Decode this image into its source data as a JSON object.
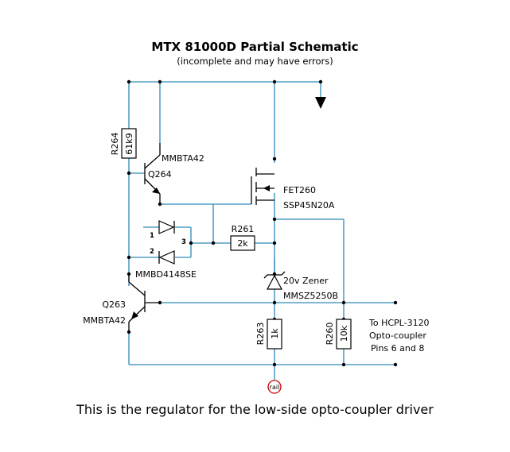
{
  "title": "MTX 81000D Partial Schematic",
  "subtitle": "(incomplete and may have errors)",
  "caption": "This is the regulator for the low-side opto-coupler driver",
  "components": {
    "r264": {
      "ref": "R264",
      "value": "61k9"
    },
    "q264": {
      "ref": "Q264",
      "part": "MMBTA42"
    },
    "fet260": {
      "ref": "FET260",
      "part": "SSP45N20A"
    },
    "r261": {
      "ref": "R261",
      "value": "2k"
    },
    "diodes": {
      "part": "MMBD4148SE",
      "pin1": "1",
      "pin2": "2",
      "pin3": "3"
    },
    "zener": {
      "desc": "20v Zener",
      "part": "MMSZ5250B"
    },
    "q263": {
      "ref": "Q263",
      "part": "MMBTA42"
    },
    "r263": {
      "ref": "R263",
      "value": "1k"
    },
    "r260": {
      "ref": "R260",
      "value": "10k"
    },
    "rail": {
      "label": "rail"
    }
  },
  "note": {
    "line1": "To HCPL-3120",
    "line2": "Opto-coupler",
    "line3": "Pins 6 and 8"
  }
}
